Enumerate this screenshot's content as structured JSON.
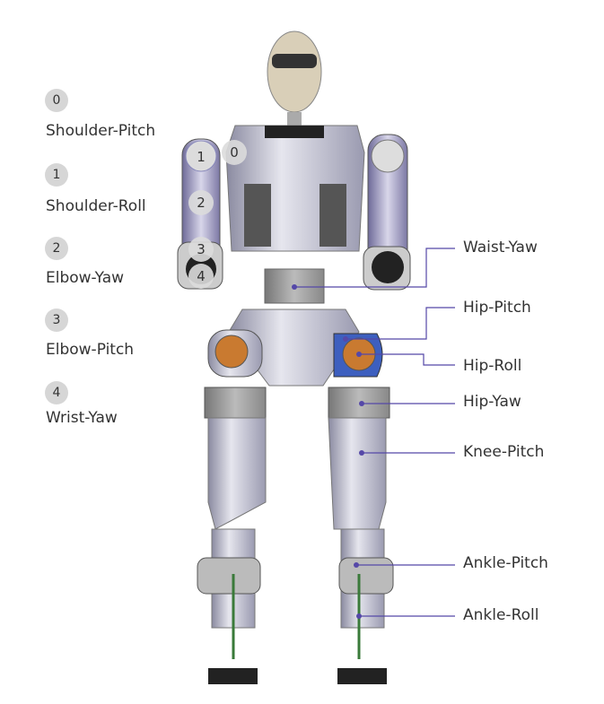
{
  "left_legend": [
    {
      "num": "0",
      "label": "Shoulder-Pitch"
    },
    {
      "num": "1",
      "label": "Shoulder-Roll"
    },
    {
      "num": "2",
      "label": "Elbow-Yaw"
    },
    {
      "num": "3",
      "label": "Elbow-Pitch"
    },
    {
      "num": "4",
      "label": "Wrist-Yaw"
    }
  ],
  "arm_markers": [
    "0",
    "1",
    "2",
    "3",
    "4"
  ],
  "right_labels": [
    "Waist-Yaw",
    "Hip-Pitch",
    "Hip-Roll",
    "Hip-Yaw",
    "Knee-Pitch",
    "Ankle-Pitch",
    "Ankle-Roll"
  ],
  "colors": {
    "leader_line": "#5548a8",
    "badge": "#d6d6d6"
  }
}
